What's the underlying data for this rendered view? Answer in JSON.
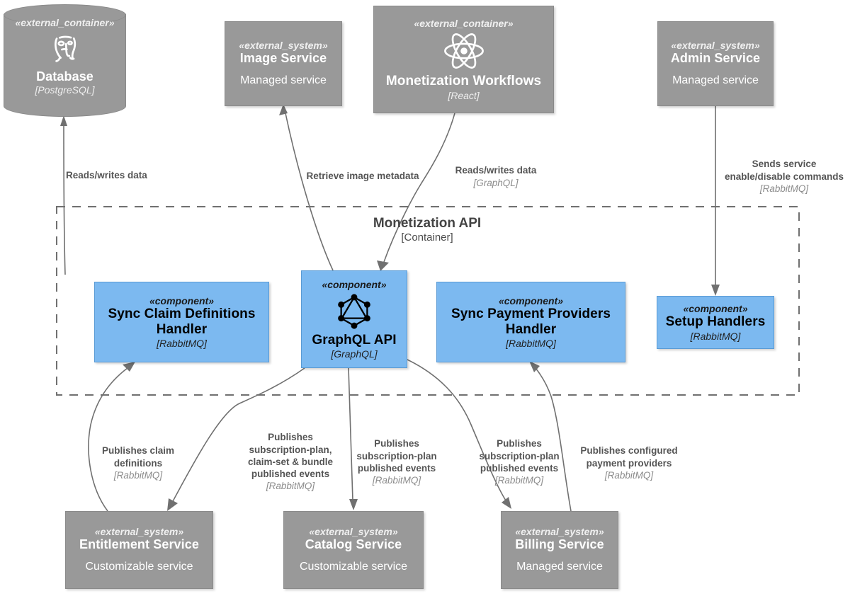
{
  "diagram": {
    "type": "c4-component-diagram",
    "background": "#ffffff",
    "colors": {
      "external": "#999999",
      "component": "#7cb9f0",
      "component_border": "#5a9bd5",
      "edge": "#707070",
      "label_text": "#555555",
      "tech_text": "#8b8b8b"
    }
  },
  "boundary": {
    "name": "Monetization API",
    "tech": "[Container]",
    "style": "dashed"
  },
  "nodes": {
    "database": {
      "stereotype": "«external_container»",
      "name": "Database",
      "tech": "[PostgreSQL]",
      "icon": "postgresql-icon",
      "shape": "cylinder"
    },
    "image_service": {
      "stereotype": "«external_system»",
      "name": "Image Service",
      "desc": "Managed service"
    },
    "monetization_workflows": {
      "stereotype": "«external_container»",
      "name": "Monetization Workflows",
      "tech": "[React]",
      "icon": "react-icon"
    },
    "admin_service": {
      "stereotype": "«external_system»",
      "name": "Admin Service",
      "desc": "Managed service"
    },
    "sync_claim_definitions_handler": {
      "stereotype": "«component»",
      "name": "Sync Claim Definitions Handler",
      "tech": "[RabbitMQ]"
    },
    "graphql_api": {
      "stereotype": "«component»",
      "name": "GraphQL API",
      "tech": "[GraphQL]",
      "icon": "graphql-icon"
    },
    "sync_payment_providers_handler": {
      "stereotype": "«component»",
      "name": "Sync Payment Providers Handler",
      "tech": "[RabbitMQ]"
    },
    "setup_handlers": {
      "stereotype": "«component»",
      "name": "Setup Handlers",
      "tech": "[RabbitMQ]"
    },
    "entitlement_service": {
      "stereotype": "«external_system»",
      "name": "Entitlement Service",
      "desc": "Customizable service"
    },
    "catalog_service": {
      "stereotype": "«external_system»",
      "name": "Catalog Service",
      "desc": "Customizable service"
    },
    "billing_service": {
      "stereotype": "«external_system»",
      "name": "Billing Service",
      "desc": "Managed service"
    }
  },
  "edges": {
    "graphql_to_database": {
      "label": "Reads/writes data",
      "tech": "",
      "from": "graphql-api",
      "to": "database"
    },
    "graphql_to_image_service": {
      "label": "Retrieve image metadata",
      "tech": "",
      "from": "graphql-api",
      "to": "image-service"
    },
    "workflows_to_graphql": {
      "label": "Reads/writes data",
      "tech": "[GraphQL]",
      "from": "monetization-workflows",
      "to": "graphql-api"
    },
    "admin_to_setup_handlers": {
      "label": "Sends service\nenable/disable commands",
      "tech": "[RabbitMQ]",
      "from": "admin-service",
      "to": "setup-handlers"
    },
    "entitlement_to_sync_claim": {
      "label": "Publishes claim\ndefinitions",
      "tech": "[RabbitMQ]",
      "from": "entitlement-service",
      "to": "sync-claim-definitions-handler"
    },
    "graphql_to_entitlement": {
      "label": "Publishes\nsubscription-plan,\nclaim-set & bundle\npublished events",
      "tech": "[RabbitMQ]",
      "from": "graphql-api",
      "to": "entitlement-service"
    },
    "graphql_to_catalog": {
      "label": "Publishes\nsubscription-plan\npublished events",
      "tech": "[RabbitMQ]",
      "from": "graphql-api",
      "to": "catalog-service"
    },
    "graphql_to_billing": {
      "label": "Publishes\nsubscription-plan\npublished events",
      "tech": "[RabbitMQ]",
      "from": "graphql-api",
      "to": "billing-service"
    },
    "billing_to_sync_payment": {
      "label": "Publishes configured\npayment providers",
      "tech": "[RabbitMQ]",
      "from": "billing-service",
      "to": "sync-payment-providers-handler"
    }
  }
}
